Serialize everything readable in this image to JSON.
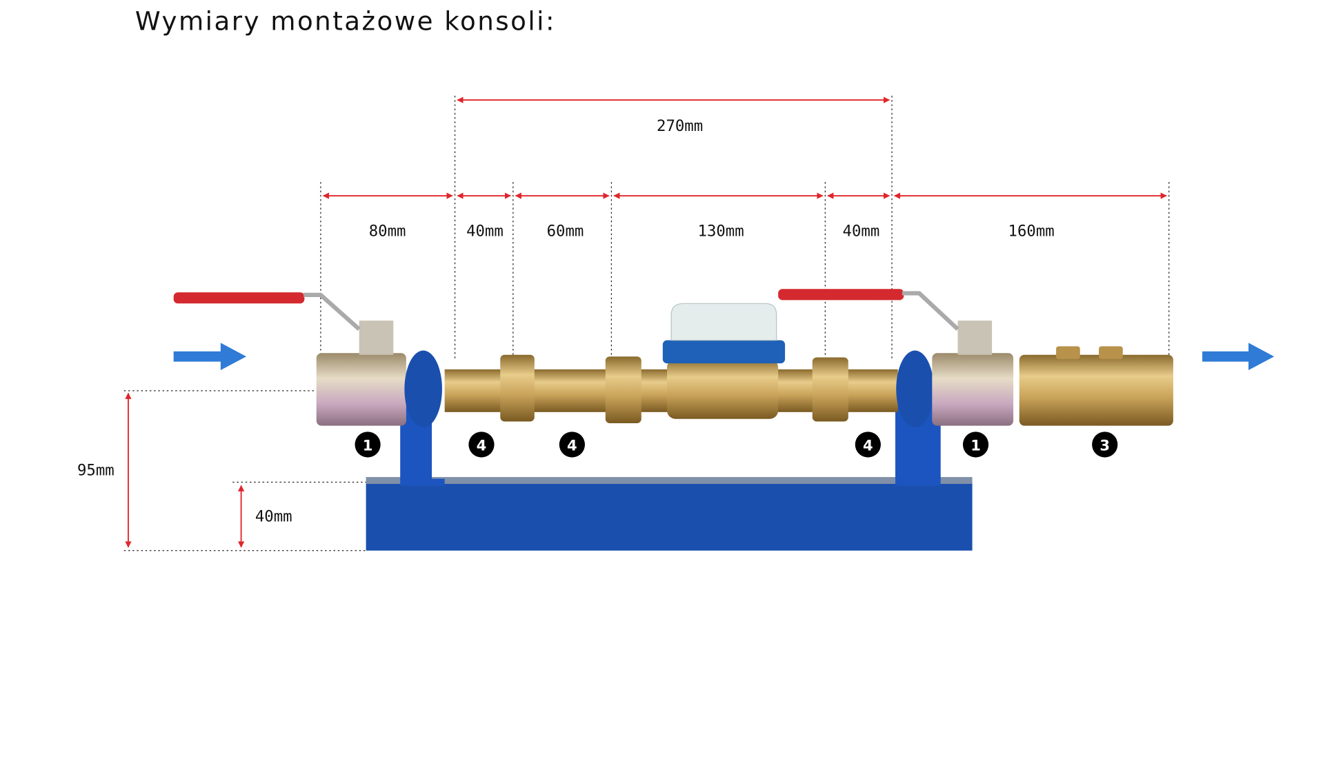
{
  "title": "Wymiary montażowe konsoli:",
  "dimensions": {
    "total_top": "270mm",
    "segments": [
      "80mm",
      "40mm",
      "60mm",
      "130mm",
      "40mm",
      "160mm"
    ],
    "height_total": "95mm",
    "height_base": "40mm"
  },
  "part_markers": [
    "1",
    "4",
    "4",
    "4",
    "1",
    "3"
  ],
  "colors": {
    "dimension_line": "#e0262b",
    "flow_arrow": "#2f7bd6",
    "bracket": "#1a4fae",
    "handle": "#d42a2f",
    "brass": "#c9a35a"
  },
  "icons": {
    "flow_in": "arrow-right",
    "flow_out": "arrow-right"
  }
}
